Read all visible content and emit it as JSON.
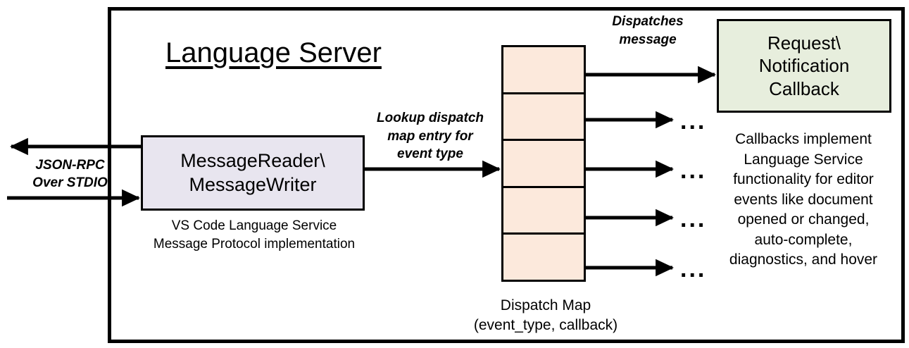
{
  "diagram": {
    "title": "Language Server",
    "colors": {
      "reader_box_fill": "#e8e5ef",
      "dispatch_cell_fill": "#fce9dc",
      "callback_box_fill": "#e7eedd",
      "stroke": "#000000",
      "background": "#ffffff"
    },
    "io": {
      "label": "JSON-RPC\nOver STDIO",
      "outbound_arrow": "arrow-left-out",
      "inbound_arrow": "arrow-right-in"
    },
    "reader": {
      "label": "MessageReader\\\nMessageWriter",
      "caption": "VS Code Language Service\nMessage Protocol implementation"
    },
    "lookup": {
      "label": "Lookup dispatch\nmap entry for\nevent type"
    },
    "dispatch_map": {
      "caption": "Dispatch Map\n(event_type, callback)",
      "cell_count": 5,
      "cells": [
        {
          "index": 0,
          "dot": true,
          "target": "callback-box"
        },
        {
          "index": 1,
          "dot": true,
          "target": "ellipsis"
        },
        {
          "index": 2,
          "dot": true,
          "target": "ellipsis"
        },
        {
          "index": 3,
          "dot": true,
          "target": "ellipsis"
        },
        {
          "index": 4,
          "dot": true,
          "target": "ellipsis"
        }
      ],
      "ellipsis": "..."
    },
    "dispatch_message": {
      "label": "Dispatches\nmessage"
    },
    "callback": {
      "label": "Request\\\nNotification\nCallback",
      "description": "Callbacks implement\nLanguage Service\nfunctionality for editor\nevents like document\nopened or changed,\nauto-complete,\ndiagnostics, and hover"
    }
  }
}
